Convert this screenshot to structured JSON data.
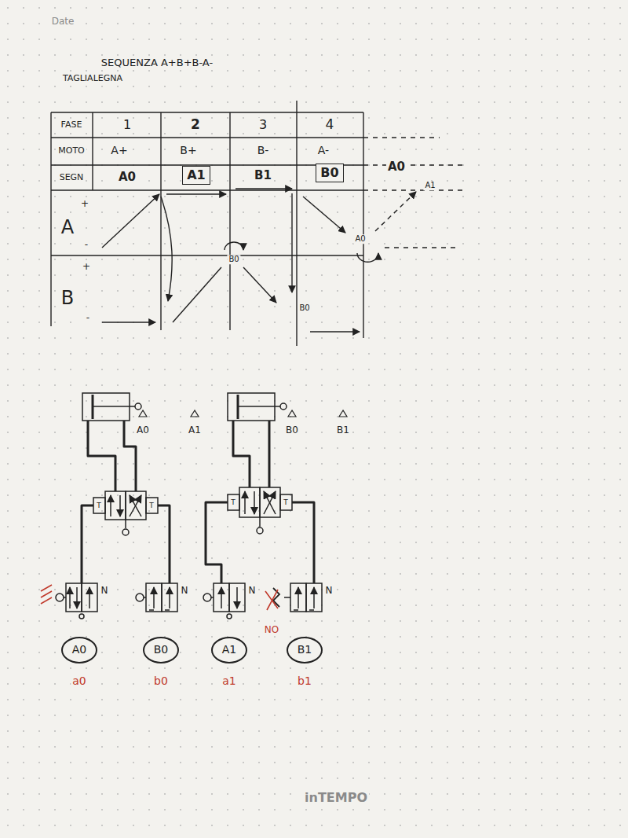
{
  "diagram": {
    "title": "SEQUENZA A+B+B-A-",
    "nodes": [
      {
        "text": [
          "A1"
        ]
      },
      {
        "text": [
          "B0"
        ]
      },
      {
        "text": [
          "A0"
        ]
      },
      {
        "text": [
          "B0"
        ]
      },
      {
        "text": [
          "A1"
        ]
      },
      {
        "text": [
          "B1"
        ]
      }
    ],
    "labels": [
      "Date",
      "TAGLIALEGNA",
      "FASE",
      "1",
      "2",
      "3",
      "4",
      "MOTO",
      "A+",
      "B+",
      "B-",
      "A-",
      "SEGN",
      "A0",
      "B1",
      "A0",
      "A",
      "+",
      "-",
      "B",
      "+",
      "-",
      "A1",
      "B0",
      "A0",
      "B0",
      "A0",
      "A1",
      "B0",
      "B1",
      "T",
      "T",
      "T",
      "T",
      "N",
      "N",
      "N",
      "N",
      "NO",
      "a0",
      "b0",
      "a1",
      "b1",
      "inTEMPO"
    ]
  }
}
